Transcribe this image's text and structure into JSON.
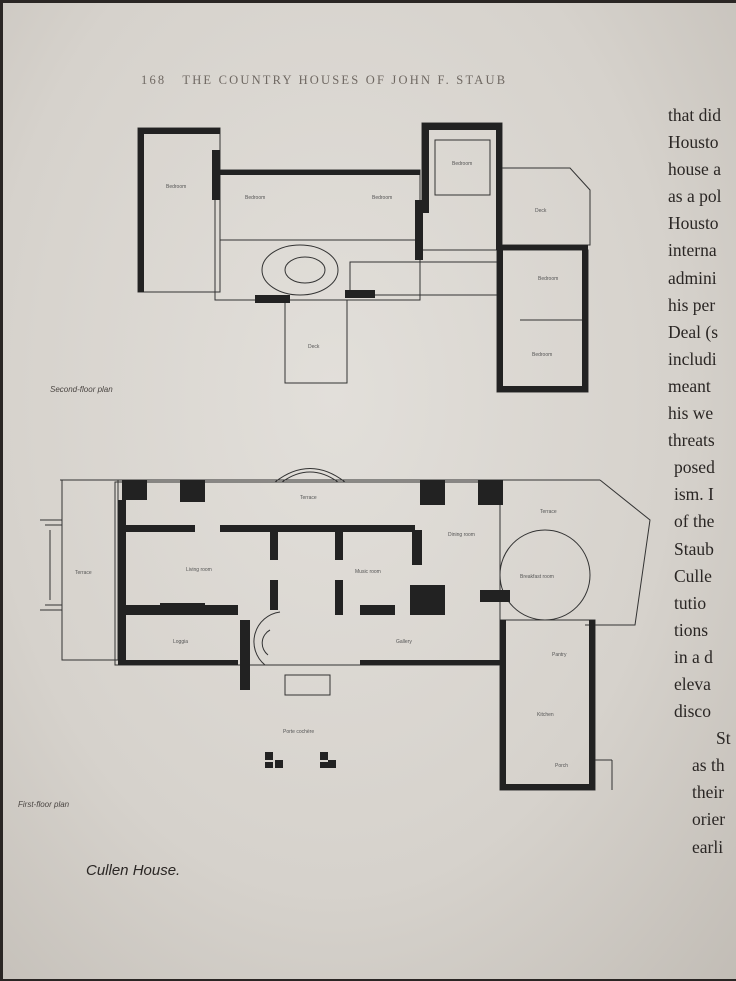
{
  "header": {
    "page_number": "168",
    "title": "THE COUNTRY HOUSES OF JOHN F. STAUB"
  },
  "second_floor": {
    "caption": "Second-floor plan",
    "rooms": [
      "Bedroom",
      "Bedroom",
      "Bedroom",
      "Bedroom",
      "Deck",
      "Bedroom",
      "Bedroom",
      "Deck"
    ]
  },
  "first_floor": {
    "caption": "First-floor plan",
    "rooms": [
      "Terrace",
      "Terrace",
      "Living room",
      "Music room",
      "Dining room",
      "Terrace",
      "Breakfast room",
      "Loggia",
      "Gallery",
      "Pantry",
      "Kitchen",
      "Porch",
      "Porte cochère"
    ]
  },
  "figure_caption": "Cullen House.",
  "body_text_lines": [
    "that did",
    "Housto",
    "house a",
    "as a pol",
    "Housto",
    "interna",
    "admini",
    "his per",
    "Deal (s",
    "includi",
    "meant",
    "his we",
    "threats",
    "posed",
    "ism. I",
    "of the",
    "Staub",
    "Culle",
    "tutio",
    "tions",
    "in a d",
    "eleva",
    "disco",
    "St",
    "as th",
    "their",
    "orier",
    "earli"
  ]
}
